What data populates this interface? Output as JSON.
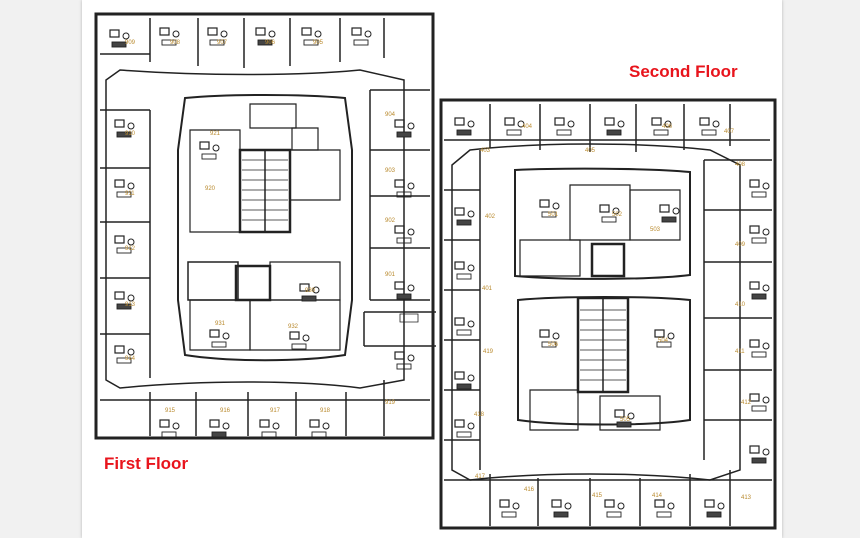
{
  "labels": {
    "first_floor": "First Floor",
    "second_floor": "Second Floor"
  },
  "colors": {
    "label": "#e8141c",
    "wall": "#222222",
    "room_number": "#b98a2e",
    "background": "#f1f1f1",
    "page": "#ffffff"
  },
  "rooms": {
    "first_floor": [
      {
        "id": "909",
        "label": "909"
      },
      {
        "id": "908",
        "label": "908"
      },
      {
        "id": "907",
        "label": "907"
      },
      {
        "id": "906",
        "label": "906"
      },
      {
        "id": "905",
        "label": "905"
      },
      {
        "id": "904",
        "label": "904"
      },
      {
        "id": "903",
        "label": "903"
      },
      {
        "id": "902",
        "label": "902"
      },
      {
        "id": "901",
        "label": "901"
      },
      {
        "id": "910",
        "label": "910"
      },
      {
        "id": "911",
        "label": "911"
      },
      {
        "id": "912",
        "label": "912"
      },
      {
        "id": "913",
        "label": "913"
      },
      {
        "id": "914",
        "label": "914"
      },
      {
        "id": "915",
        "label": "915"
      },
      {
        "id": "916",
        "label": "916"
      },
      {
        "id": "917",
        "label": "917"
      },
      {
        "id": "918",
        "label": "918"
      },
      {
        "id": "919",
        "label": "919"
      },
      {
        "id": "920",
        "label": "920"
      },
      {
        "id": "921",
        "label": "921"
      },
      {
        "id": "930",
        "label": "930"
      },
      {
        "id": "931",
        "label": "931"
      },
      {
        "id": "932",
        "label": "932"
      }
    ],
    "second_floor": [
      {
        "id": "401",
        "label": "401"
      },
      {
        "id": "402",
        "label": "402"
      },
      {
        "id": "403",
        "label": "403"
      },
      {
        "id": "404",
        "label": "404"
      },
      {
        "id": "405",
        "label": "405"
      },
      {
        "id": "406",
        "label": "406"
      },
      {
        "id": "407",
        "label": "407"
      },
      {
        "id": "408",
        "label": "408"
      },
      {
        "id": "409",
        "label": "409"
      },
      {
        "id": "410",
        "label": "410"
      },
      {
        "id": "411",
        "label": "411"
      },
      {
        "id": "412",
        "label": "412"
      },
      {
        "id": "413",
        "label": "413"
      },
      {
        "id": "414",
        "label": "414"
      },
      {
        "id": "415",
        "label": "415"
      },
      {
        "id": "416",
        "label": "416"
      },
      {
        "id": "417",
        "label": "417"
      },
      {
        "id": "418",
        "label": "418"
      },
      {
        "id": "419",
        "label": "419"
      },
      {
        "id": "501",
        "label": "501"
      },
      {
        "id": "502",
        "label": "502"
      },
      {
        "id": "503",
        "label": "503"
      },
      {
        "id": "504",
        "label": "504"
      },
      {
        "id": "505",
        "label": "505"
      },
      {
        "id": "506",
        "label": "506"
      }
    ]
  }
}
